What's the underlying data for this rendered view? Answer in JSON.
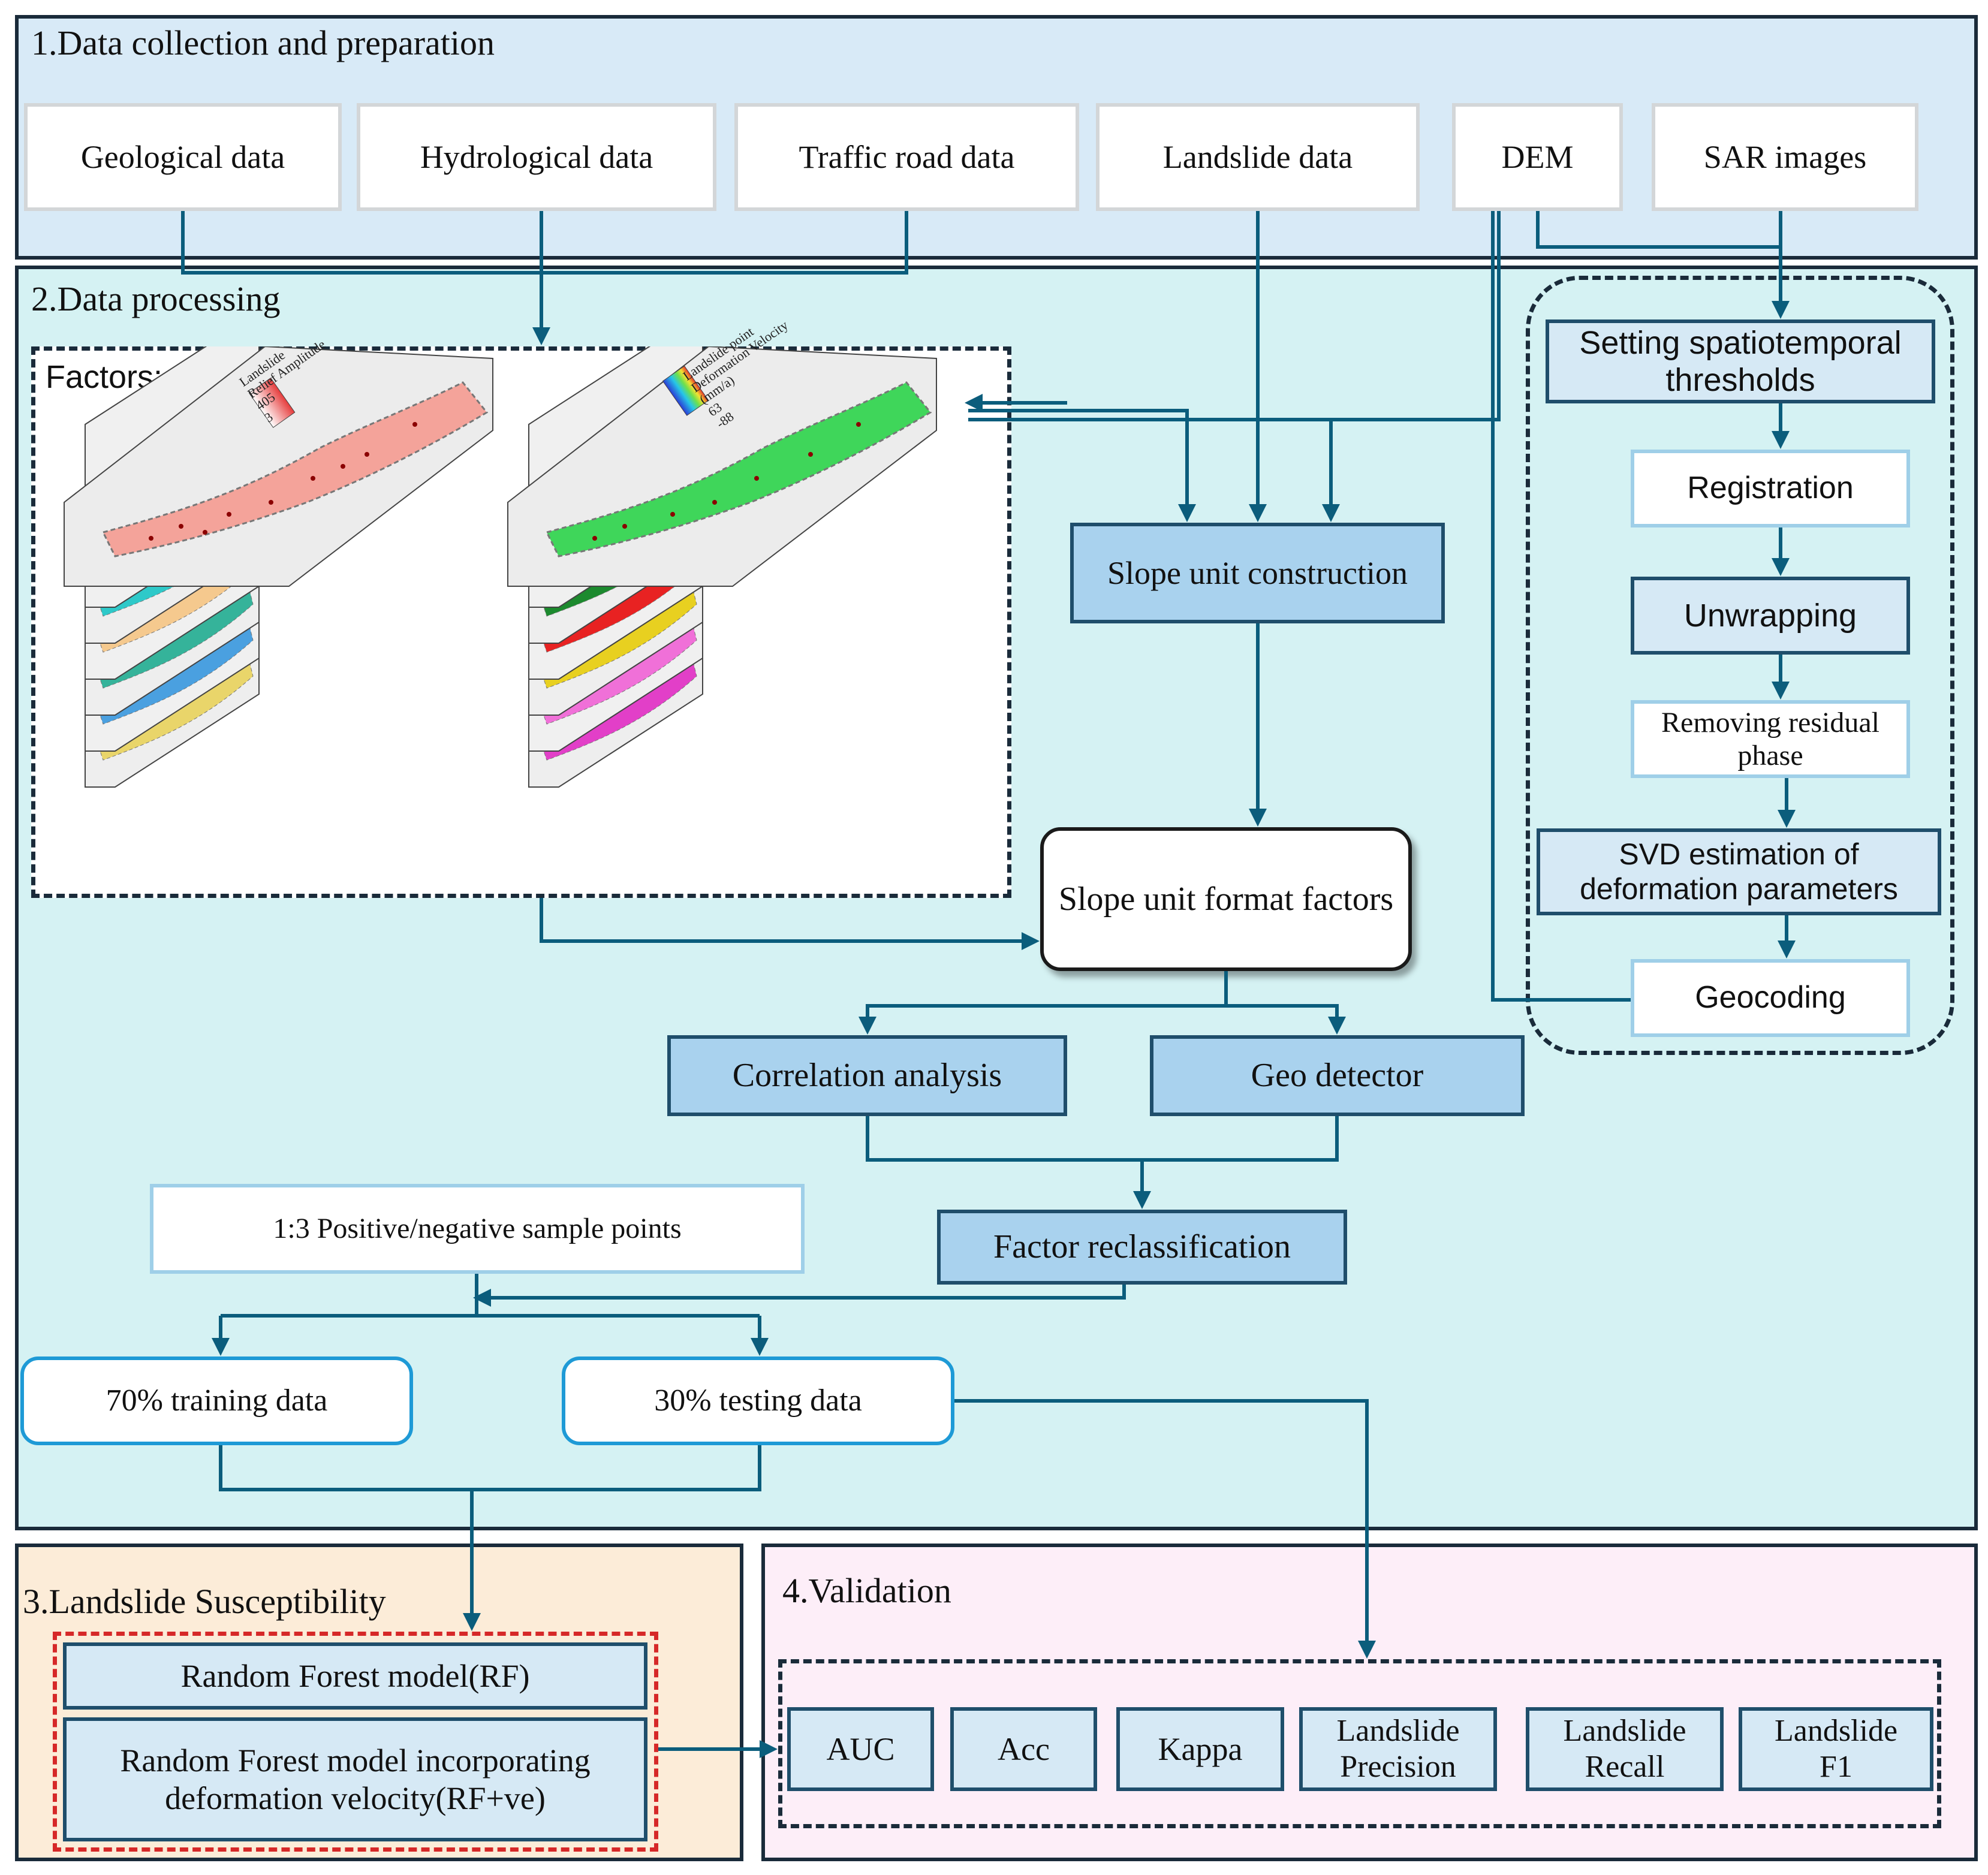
{
  "sections": {
    "s1": "1.Data collection and preparation",
    "s2": "2.Data processing",
    "s3": "3.Landslide Susceptibility",
    "s4": "4.Validation"
  },
  "inputs": [
    "Geological data",
    "Hydrological data",
    "Traffic road data",
    "Landslide data",
    "DEM",
    "SAR images"
  ],
  "factors_label": "Factors:",
  "map_legends": {
    "left": [
      "Landslide",
      "Relief Amplitude",
      "405",
      "3"
    ],
    "right": [
      "Landslide point",
      "Deformation Velocity",
      "(mm/a)",
      "63",
      "-88"
    ]
  },
  "insar": [
    "Setting spatiotemporal thresholds",
    "Registration",
    "Unwrapping",
    "Removing residual phase",
    "SVD estimation of deformation parameters",
    "Geocoding"
  ],
  "processing": {
    "slope_unit": "Slope unit construction",
    "slope_format": "Slope unit format factors",
    "correlation": "Correlation analysis",
    "geodetector": "Geo detector",
    "reclass": "Factor reclassification",
    "samples": "1:3 Positive/negative sample points",
    "training": "70% training data",
    "testing": "30% testing data"
  },
  "models": {
    "rf": "Random Forest model(RF)",
    "rfve": "Random Forest model incorporating deformation velocity(RF+ve)"
  },
  "metrics": [
    "AUC",
    "Acc",
    "Kappa",
    "Landslide Precision",
    "Landslide Recall",
    "Landslide F1"
  ],
  "colors": {
    "section1_bg": "#d8eaf7",
    "section2_bg": "#d5f2f3",
    "section3_bg": "#fcecd8",
    "section4_bg": "#fdeef8",
    "arrow": "#0b5d7c",
    "box_blue": "#a9d2ee",
    "red_dash": "#d62828"
  }
}
